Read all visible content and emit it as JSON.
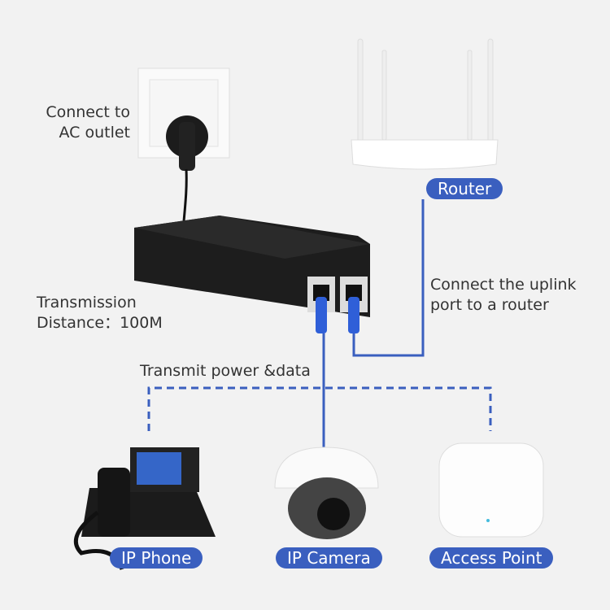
{
  "labels": {
    "ac_outlet": [
      "Connect to",
      "AC outlet"
    ],
    "router_note": [
      "Connect the uplink",
      "port to a router"
    ],
    "distance": [
      "Transmission",
      "Distance：100M"
    ],
    "transmit": "Transmit power &data"
  },
  "devices": {
    "router": "Router",
    "phone": "IP Phone",
    "camera": "IP Camera",
    "ap": "Access Point"
  },
  "colors": {
    "accent": "#3a5fbf",
    "background": "#f2f2f2",
    "injector": "#1a1a1a"
  }
}
